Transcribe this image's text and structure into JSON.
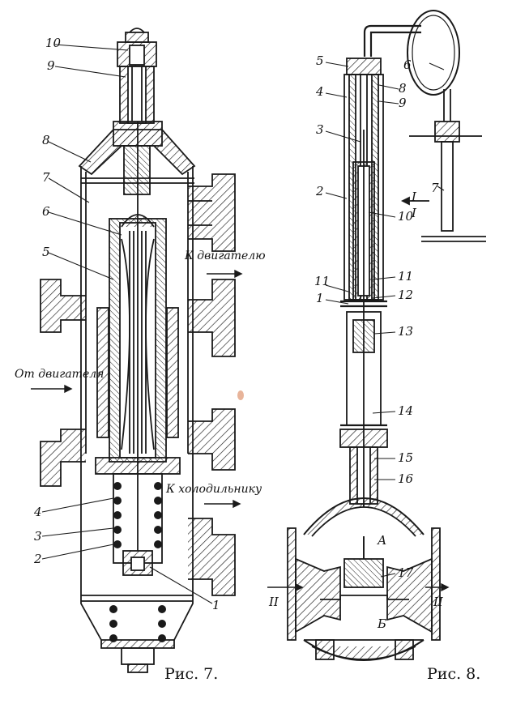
{
  "figures": [
    {
      "caption": "Рис. 7.",
      "part_numbers": [
        "10",
        "9",
        "8",
        "7",
        "6",
        "5",
        "4",
        "3",
        "2",
        "1"
      ],
      "flow_labels": {
        "to_engine": "К двигателю",
        "from_engine": "От двигателя",
        "to_cooler": "К холодильнику"
      }
    },
    {
      "caption": "Рис. 8.",
      "part_numbers": [
        "5",
        "4",
        "3",
        "2",
        "11",
        "1",
        "6",
        "8",
        "9",
        "7",
        "10",
        "11",
        "12",
        "13",
        "14",
        "15",
        "16",
        "17"
      ],
      "section_labels": [
        "I",
        "I",
        "II",
        "II"
      ],
      "chamber_labels": [
        "А",
        "Б"
      ]
    }
  ],
  "colors": {
    "ink": "#1a1a1a",
    "paper": "#ffffff",
    "stain": "#e8b49a"
  }
}
